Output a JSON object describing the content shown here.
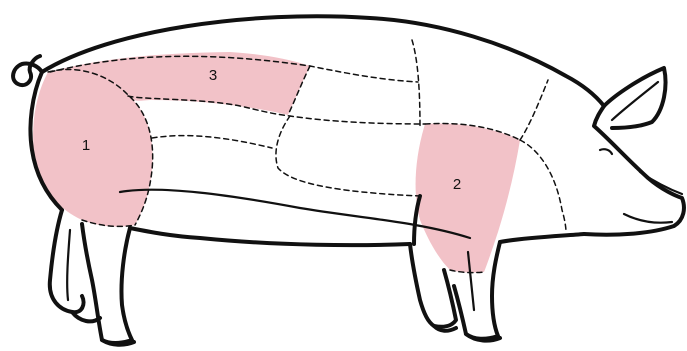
{
  "colors": {
    "highlight": "#f2c2c8",
    "outline": "#111111",
    "background": "#ffffff"
  },
  "regions": [
    {
      "id": "ham",
      "label": "1"
    },
    {
      "id": "shoulder",
      "label": "2"
    },
    {
      "id": "loin",
      "label": "3"
    }
  ]
}
